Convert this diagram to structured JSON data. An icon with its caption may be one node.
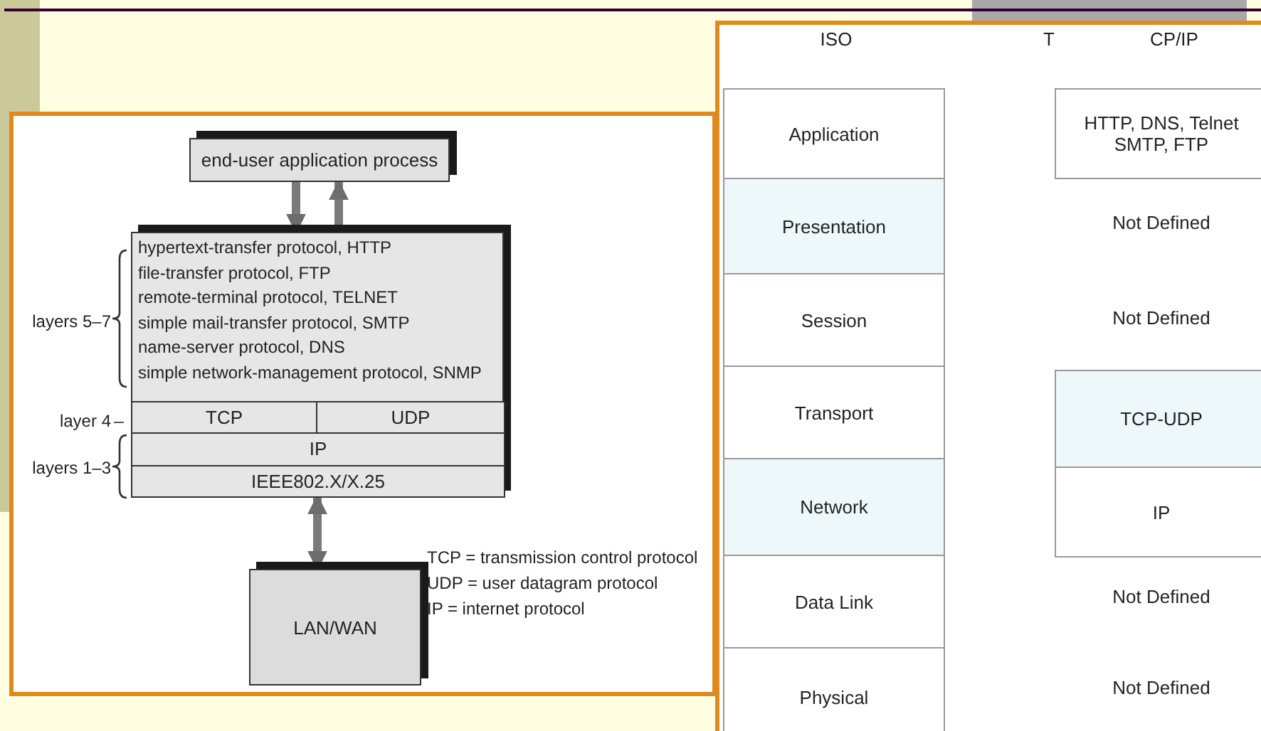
{
  "diagram": {
    "nodes": [
      {
        "text": [
          "end-user application process"
        ]
      },
      {
        "text": [
          "hypertext-transfer protocol, HTTP",
          "file-transfer protocol, FTP",
          "remote-terminal protocol, TELNET",
          "simple mail-transfer protocol, SMTP",
          "name-server protocol, DNS",
          "simple network-management protocol, SNMP"
        ]
      },
      {
        "text": [
          "TCP"
        ],
        "in": 1
      },
      {
        "text": [
          "UDP"
        ],
        "in": 1
      },
      {
        "text": [
          "IP"
        ],
        "in": 1
      },
      {
        "text": [
          "IEEE802.X/X.25"
        ],
        "in": 1
      },
      {
        "text": [
          "LAN/WAN"
        ]
      },
      {
        "text": [
          "Application"
        ]
      },
      {
        "text": [
          "Presentation"
        ]
      },
      {
        "text": [
          "Session"
        ]
      },
      {
        "text": [
          "Transport"
        ]
      },
      {
        "text": [
          "Network"
        ]
      },
      {
        "text": [
          "Data Link"
        ]
      },
      {
        "text": [
          "Physical"
        ]
      },
      {
        "text": [
          "HTTP, DNS, Telnet SMTP, FTP"
        ]
      },
      {
        "text": [
          "TCP-UDP"
        ]
      },
      {
        "text": [
          "IP"
        ]
      }
    ],
    "edges": [
      {
        "from": 0,
        "to": 1,
        "arrow": "to"
      },
      {
        "from": 1,
        "to": 0,
        "arrow": "to"
      },
      {
        "from": 5,
        "to": 6,
        "arrow": "both"
      }
    ],
    "labels": [
      "ISO",
      "T",
      "CP/IP",
      "layers 5–7",
      "layer 4",
      "layers 1–3",
      "Not Defined",
      "Not Defined",
      "TCP = transmission control protocol",
      "UDP = user datagram protocol",
      "IP = internet protocol",
      "Not Defined",
      "Not Defined"
    ]
  }
}
